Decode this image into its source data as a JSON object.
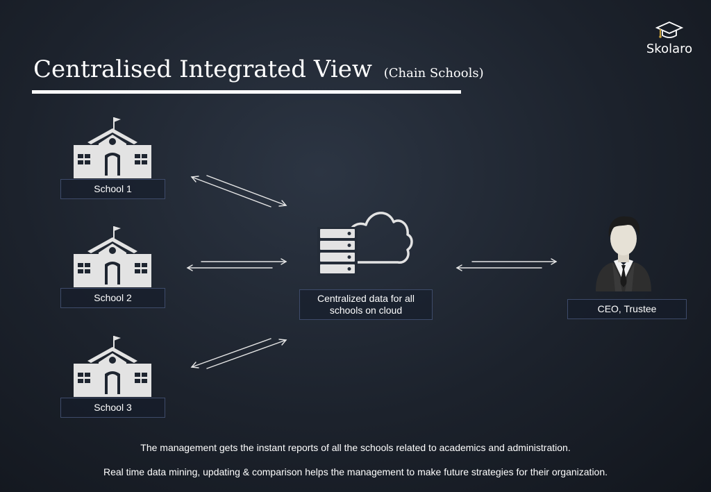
{
  "header": {
    "title": "Centralised Integrated View",
    "subtitle": "(Chain Schools)"
  },
  "logo": {
    "text": "Skolaro",
    "icon": "graduation-cap-icon"
  },
  "schools": [
    {
      "label": "School 1",
      "icon": "school-building-icon"
    },
    {
      "label": "School 2",
      "icon": "school-building-icon"
    },
    {
      "label": "School 3",
      "icon": "school-building-icon"
    }
  ],
  "cloud": {
    "label": "Centralized data for all schools on cloud",
    "icon": "cloud-server-icon"
  },
  "ceo": {
    "label": "CEO, Trustee",
    "icon": "businessman-icon"
  },
  "footer": {
    "line1": "The management gets the instant reports of all the schools related to academics and administration.",
    "line2": "Real time data mining, updating & comparison helps the management to make future strategies for their organization."
  },
  "colors": {
    "background": "#1c222c",
    "icon_fill": "#e3e3e3",
    "box_border": "#3e4b6a",
    "text": "#ffffff"
  }
}
